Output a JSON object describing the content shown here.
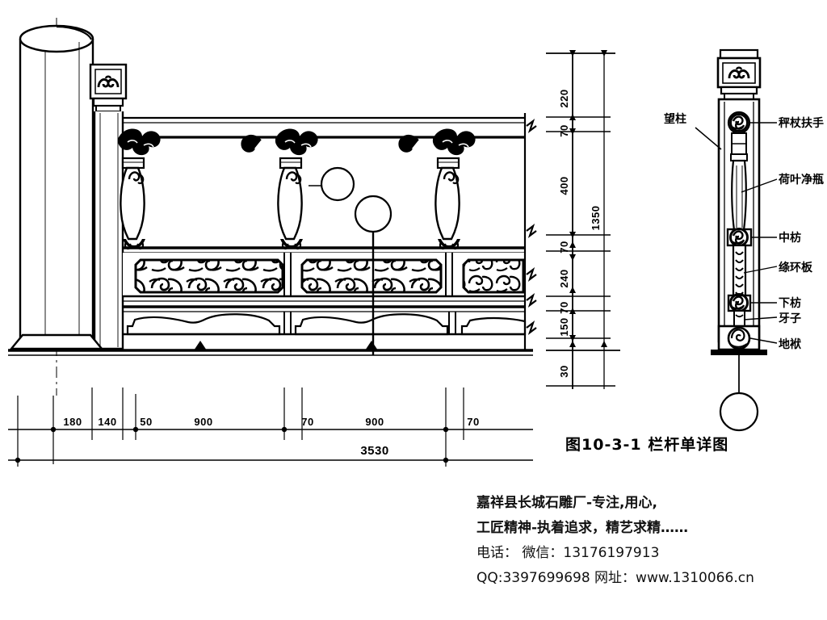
{
  "drawing": {
    "title": "图10-3-1 栏杆单详图",
    "type": "architectural-elevation-detail",
    "subject": "石栏杆（望柱）立面及单体详图",
    "background_color": "#ffffff",
    "line_color": "#000000"
  },
  "horizontal_dimensions": {
    "units": "mm",
    "segments": [
      {
        "label": "180",
        "value": 180
      },
      {
        "label": "140",
        "value": 140
      },
      {
        "label": "50",
        "value": 50
      },
      {
        "label": "900",
        "value": 900
      },
      {
        "label": "70",
        "value": 70
      },
      {
        "label": "900",
        "value": 900
      },
      {
        "label": "70",
        "value": 70
      }
    ],
    "total": {
      "label": "3530",
      "value": 3530
    }
  },
  "vertical_dimensions": {
    "units": "mm",
    "segments": [
      {
        "label": "220",
        "value": 220
      },
      {
        "label": "70",
        "value": 70
      },
      {
        "label": "400",
        "value": 400
      },
      {
        "label": "70",
        "value": 70
      },
      {
        "label": "240",
        "value": 240
      },
      {
        "label": "70",
        "value": 70
      },
      {
        "label": "150",
        "value": 150
      },
      {
        "label": "30",
        "value": 30
      }
    ],
    "overall": {
      "label": "1350",
      "value": 1350
    }
  },
  "part_labels": {
    "left": [
      {
        "name": "望柱",
        "id": "wangzhu"
      }
    ],
    "right": [
      {
        "name": "秤杖扶手",
        "id": "chengzhang-fushou"
      },
      {
        "name": "荷叶净瓶",
        "id": "heye-jingping"
      },
      {
        "name": "中枋",
        "id": "zhongfang"
      },
      {
        "name": "绦环板",
        "id": "taohuanban"
      },
      {
        "name": "下枋",
        "id": "xiafang"
      },
      {
        "name": "牙子",
        "id": "yazi"
      },
      {
        "name": "地袱",
        "id": "difu"
      }
    ]
  },
  "callouts": [
    {
      "id": "callout-1",
      "label": ""
    },
    {
      "id": "callout-2",
      "label": ""
    },
    {
      "id": "callout-3",
      "label": ""
    }
  ],
  "footer": {
    "line1": "嘉祥县长城石雕厂-专注,用心,",
    "line2": "工匠精神-执着追求，精艺求精……",
    "line3": "电话：  微信：13176197913",
    "line4": "QQ:3397699698 网址：www.1310066.cn"
  }
}
